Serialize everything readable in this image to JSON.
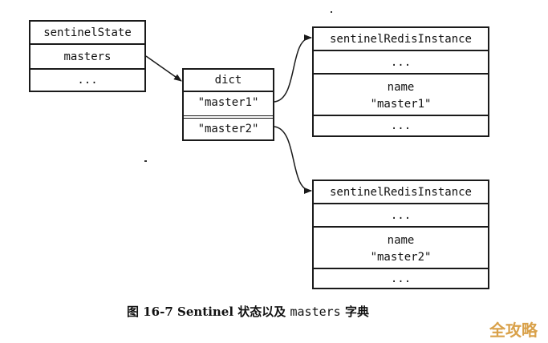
{
  "sentinel_state": {
    "title": "sentinelState",
    "field": "masters",
    "more": "..."
  },
  "dict": {
    "title": "dict",
    "key1": "\"master1\"",
    "key2": "\"master2\""
  },
  "instance1": {
    "title": "sentinelRedisInstance",
    "more_top": "...",
    "name_label": "name",
    "name_value": "\"master1\"",
    "more_bottom": "..."
  },
  "instance2": {
    "title": "sentinelRedisInstance",
    "more_top": "...",
    "name_label": "name",
    "name_value": "\"master2\"",
    "more_bottom": "..."
  },
  "caption": {
    "prefix": "图 16-7   Sentinel 状态以及",
    "code": "masters",
    "suffix": "字典"
  },
  "watermark": "全攻略",
  "colors": {
    "stroke": "#1a1a1a",
    "watermark": "#d9a14a"
  }
}
